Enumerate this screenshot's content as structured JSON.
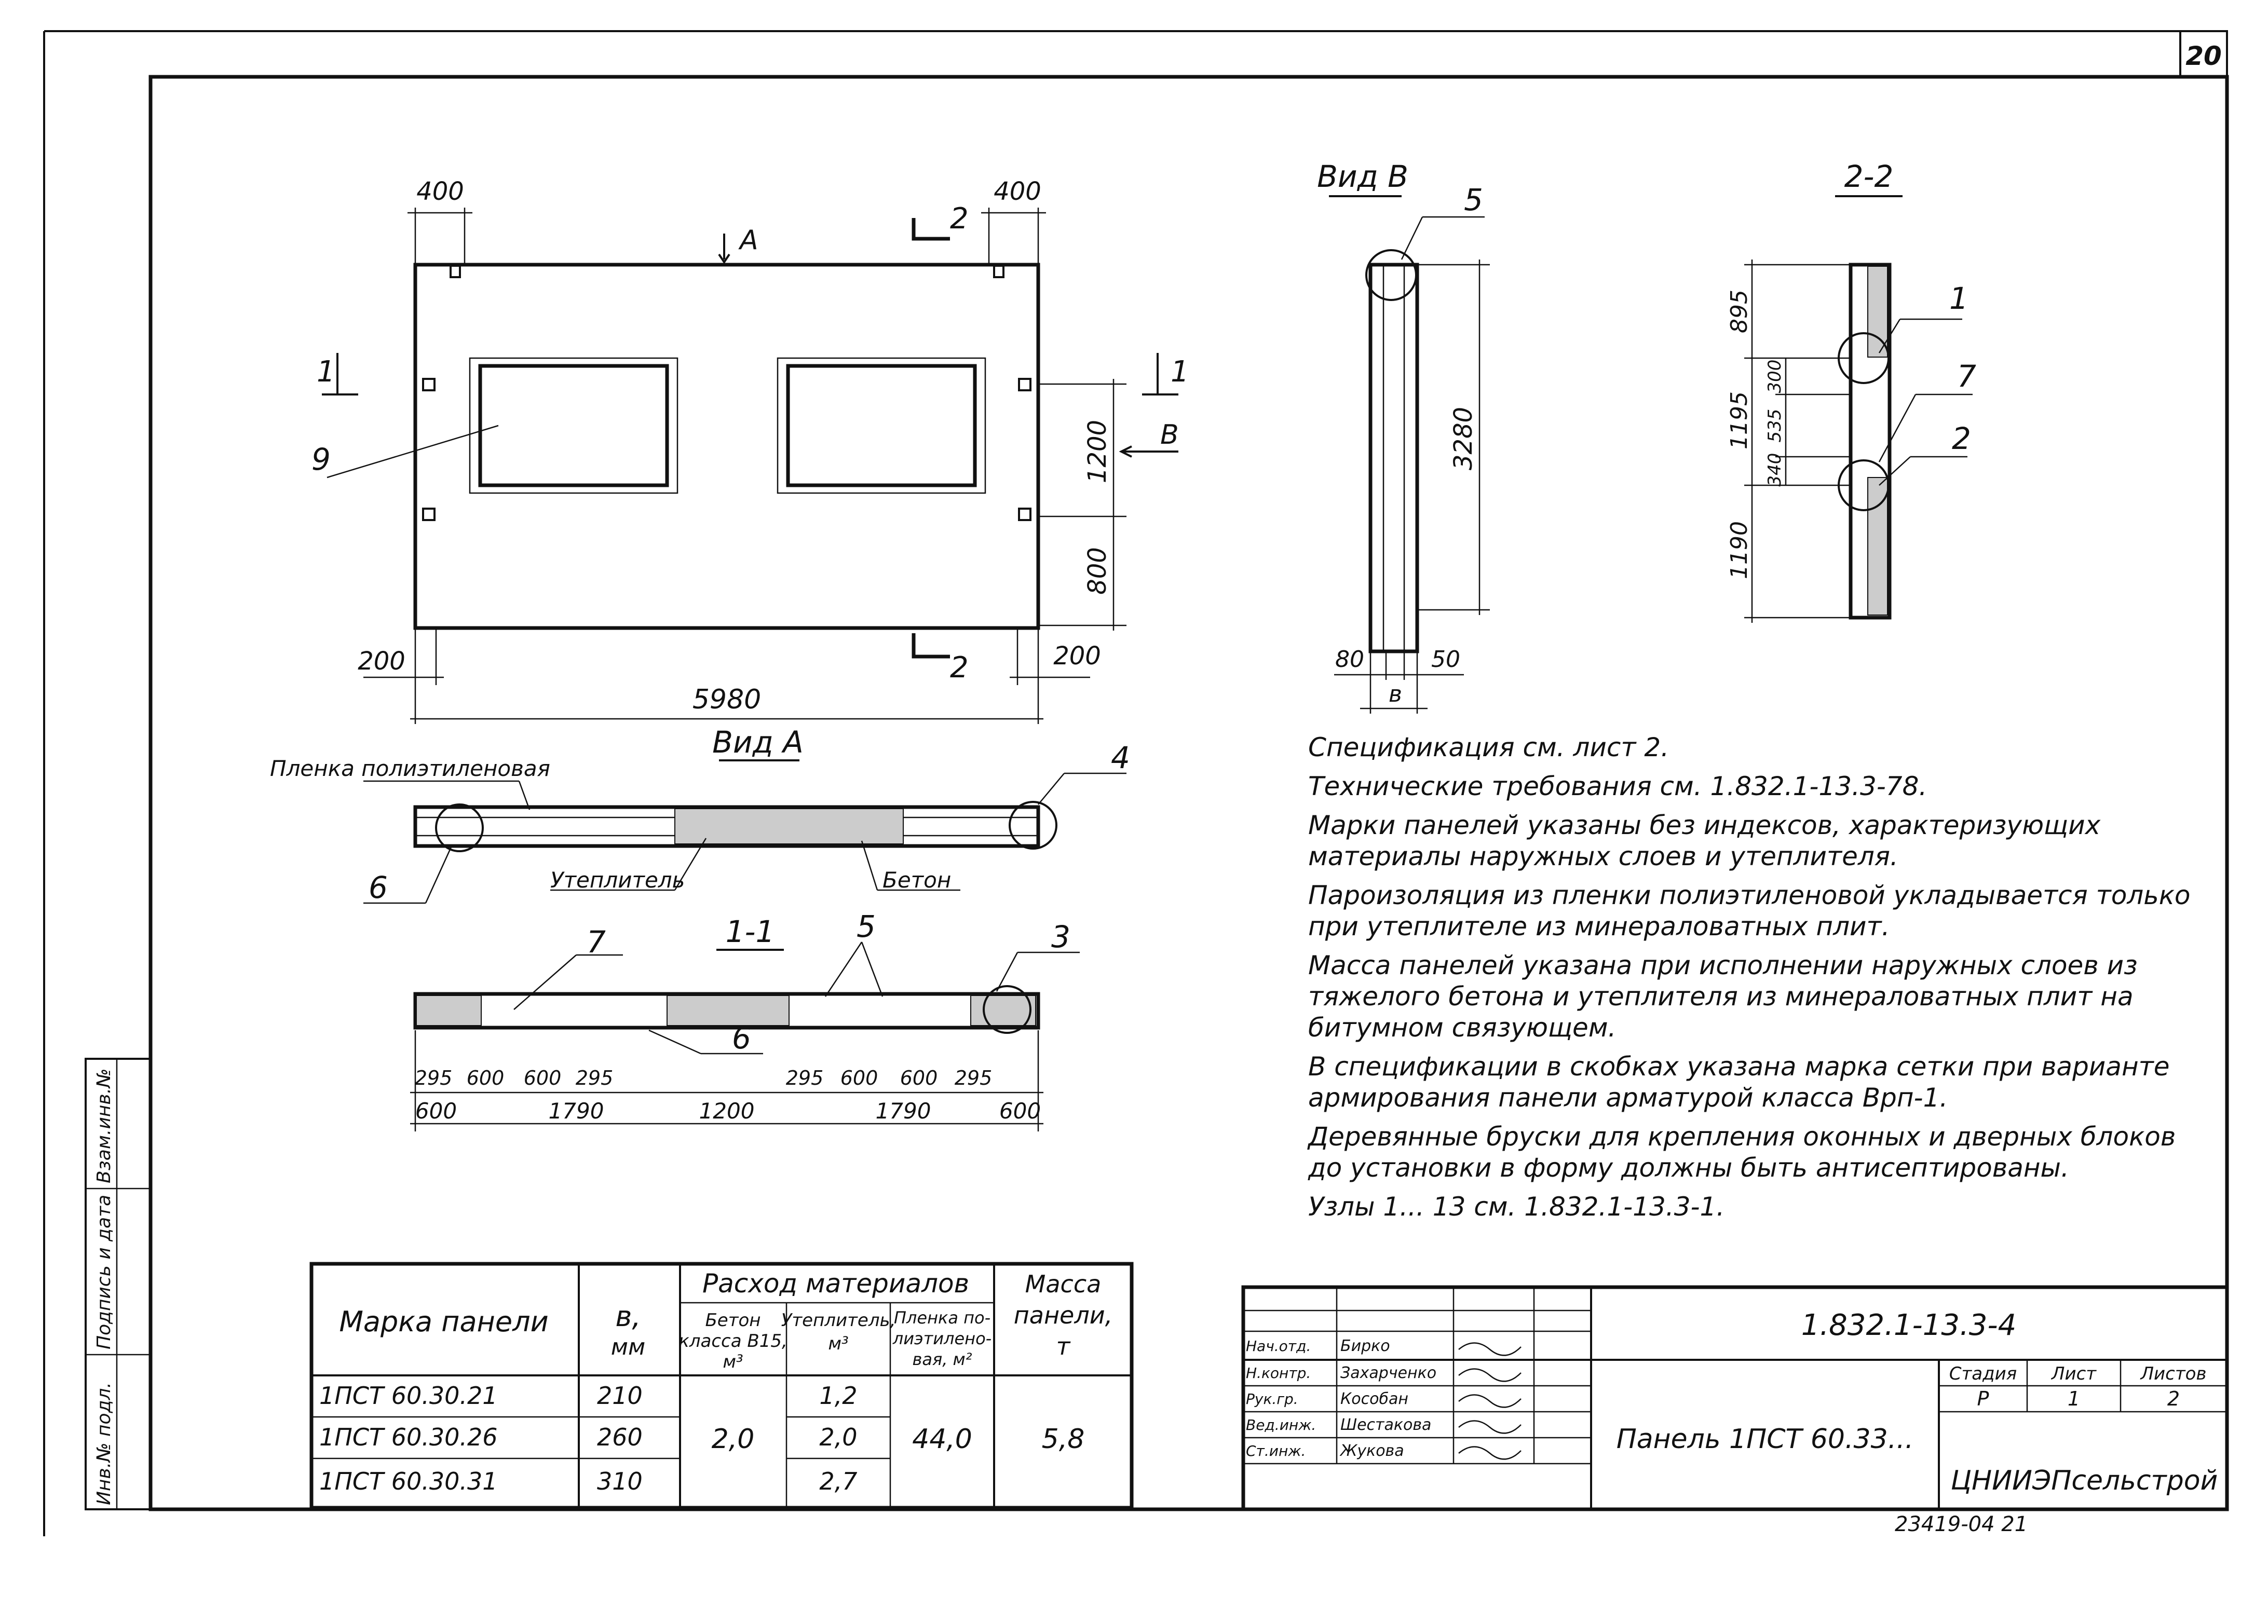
{
  "sheet_number": "20",
  "view_labels": {
    "view_a": "Вид А",
    "view_b": "Вид В",
    "section_1_1": "1-1",
    "section_2_2": "2-2"
  },
  "section_marks": {
    "a_arrow": "А",
    "one": "1",
    "two": "2",
    "b_arrow": "В"
  },
  "plan_dims": {
    "top_left": "400",
    "top_right": "400",
    "left_200": "200",
    "right_200": "200",
    "overall": "5980",
    "h_1200": "1200",
    "h_800": "800"
  },
  "callouts": {
    "c1": "1",
    "c2": "2",
    "c3": "3",
    "c4": "4",
    "c5": "5",
    "c6": "6",
    "c7": "7",
    "c9": "9"
  },
  "material_labels": {
    "film": "Пленка полиэтиленовая",
    "insulation": "Утеплитель",
    "concrete": "Бетон"
  },
  "view_b_dims": {
    "height": "3280",
    "d80": "80",
    "d50": "50",
    "b": "в"
  },
  "section22_dims": {
    "d895": "895",
    "d1195": "1195",
    "d1190": "1190",
    "d300": "300",
    "d535": "535",
    "d340": "340"
  },
  "section11_dims": {
    "a": [
      "295",
      "600",
      "600",
      "295",
      "295",
      "600",
      "600",
      "295"
    ],
    "b": [
      "600",
      "1790",
      "1200",
      "1790",
      "600"
    ]
  },
  "notes": [
    "Спецификация см. лист 2.",
    "Технические требования см. 1.832.1-13.3-78.",
    "Марки панелей указаны без индексов, характеризующих материалы наружных слоев и утеплителя.",
    "Пароизоляция из пленки полиэтиленовой укладывается только при утеплителе из минераловатных плит.",
    "Масса панелей указана при исполнении наружных слоев из тяжелого бетона и утеплителя из минераловатных плит на битумном связующем.",
    "В спецификации в скобках указана марка сетки при варианте армирования панели арматурой класса Врп-1.",
    "Деревянные бруски для крепления оконных и дверных блоков до установки в форму должны быть антисептированы.",
    "Узлы 1... 13 см. 1.832.1-13.3-1."
  ],
  "materials_table": {
    "h_mark": "Марка панели",
    "h_b": "в,",
    "h_b_unit": "мм",
    "h_group": "Расход материалов",
    "h_concrete": [
      "Бетон",
      "класса В15,",
      "м³"
    ],
    "h_insul": [
      "Утеплитель,",
      "м³"
    ],
    "h_film": [
      "Пленка по-",
      "лиэтилено-",
      "вая, м²"
    ],
    "h_mass": [
      "Масса",
      "панели,",
      "т"
    ],
    "rows": [
      {
        "mark": "1ПСТ 60.30.21",
        "b": "210",
        "insul": "1,2"
      },
      {
        "mark": "1ПСТ 60.30.26",
        "b": "260",
        "insul": "2,0"
      },
      {
        "mark": "1ПСТ 60.30.31",
        "b": "310",
        "insul": "2,7"
      }
    ],
    "concrete": "2,0",
    "film": "44,0",
    "mass": "5,8"
  },
  "title_block": {
    "code": "1.832.1-13.3-4",
    "title": "Панель 1ПСТ 60.33...",
    "org": "ЦНИИЭПсельстрой",
    "h_stage": "Стадия",
    "h_sheet": "Лист",
    "h_sheets": "Листов",
    "stage": "Р",
    "sheet": "1",
    "sheets": "2",
    "signers": [
      {
        "role": "Нач.отд.",
        "name": "Бирко"
      },
      {
        "role": "Н.контр.",
        "name": "Захарченко"
      },
      {
        "role": "Рук.гр.",
        "name": "Кособан"
      },
      {
        "role": "Вед.инж.",
        "name": "Шестакова"
      },
      {
        "role": "Ст.инж.",
        "name": "Жукова"
      }
    ]
  },
  "side_stamp": [
    "Инв.№ подл.",
    "Подпись и дата",
    "Взам.инв.№"
  ],
  "footer_ref": "23419-04   21"
}
